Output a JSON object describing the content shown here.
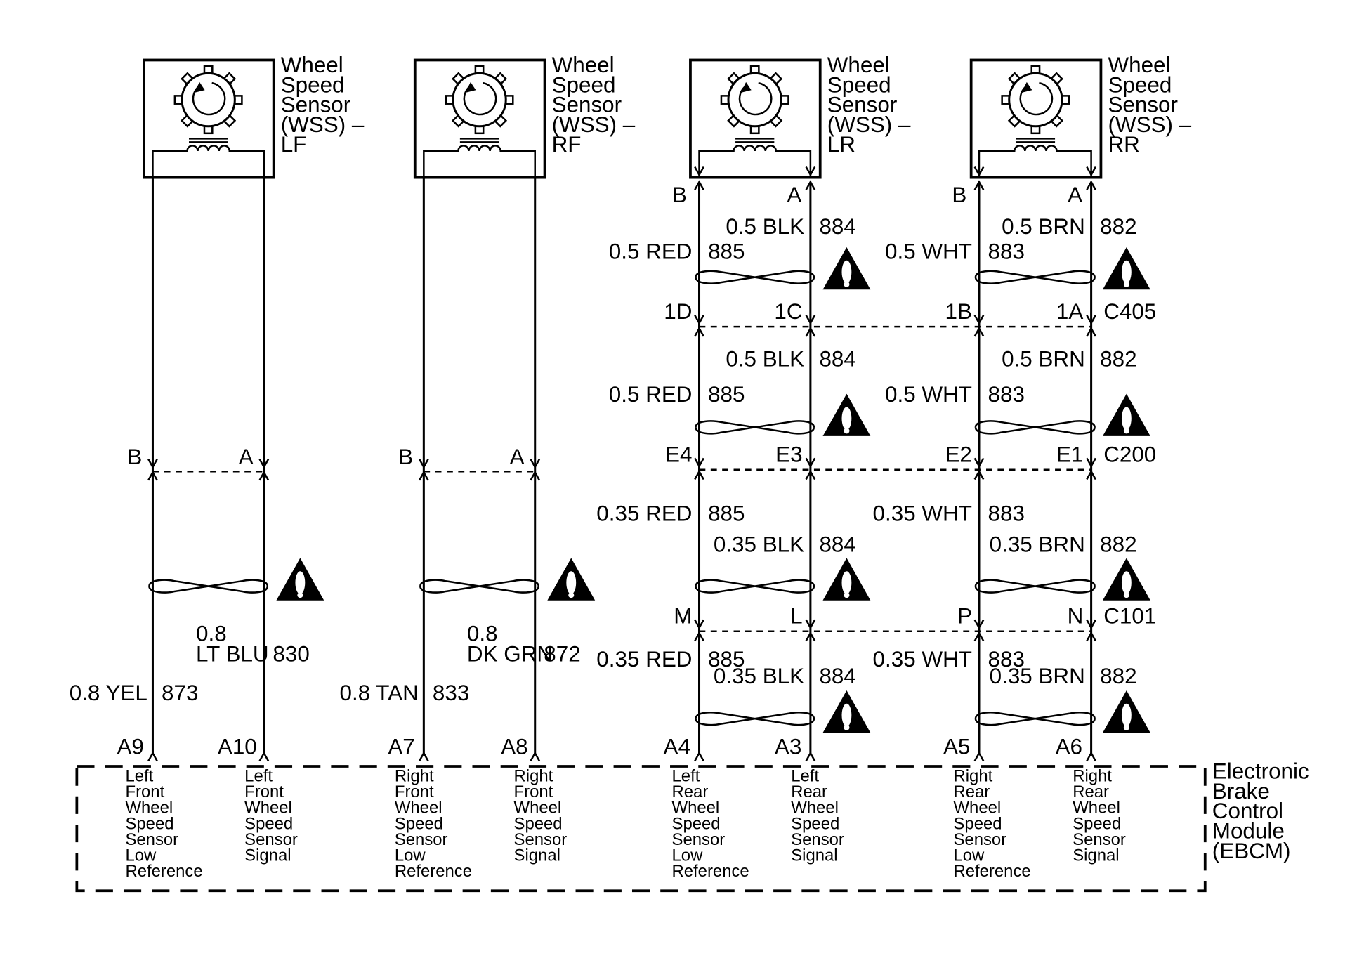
{
  "sensors": [
    {
      "title_lines": [
        "Wheel",
        "Speed",
        "Sensor",
        "(WSS) –",
        "LF"
      ],
      "harness": {
        "pin_low": "B",
        "pin_sig": "A",
        "wire_low": {
          "gauge": "0.8 YEL",
          "circuit": "873"
        },
        "wire_sig": {
          "gauge_lines": [
            "0.8",
            "LT BLU"
          ],
          "circuit": "830"
        }
      },
      "ebcm_pins": {
        "low": "A9",
        "sig": "A10"
      },
      "ebcm_labels": {
        "low": [
          "Left",
          "Front",
          "Wheel",
          "Speed",
          "Sensor",
          "Low",
          "Reference"
        ],
        "sig": [
          "Left",
          "Front",
          "Wheel",
          "Speed",
          "Sensor",
          "Signal"
        ]
      }
    },
    {
      "title_lines": [
        "Wheel",
        "Speed",
        "Sensor",
        "(WSS) –",
        "RF"
      ],
      "harness": {
        "pin_low": "B",
        "pin_sig": "A",
        "wire_low": {
          "gauge": "0.8 TAN",
          "circuit": "833"
        },
        "wire_sig": {
          "gauge_lines": [
            "0.8",
            "DK GRN"
          ],
          "circuit": "872"
        }
      },
      "ebcm_pins": {
        "low": "A7",
        "sig": "A8"
      },
      "ebcm_labels": {
        "low": [
          "Right",
          "Front",
          "Wheel",
          "Speed",
          "Sensor",
          "Low",
          "Reference"
        ],
        "sig": [
          "Right",
          "Front",
          "Wheel",
          "Speed",
          "Sensor",
          "Signal"
        ]
      }
    },
    {
      "title_lines": [
        "Wheel",
        "Speed",
        "Sensor",
        "(WSS) –",
        "LR"
      ],
      "sensor_pins": {
        "low": "B",
        "sig": "A"
      },
      "segments": [
        {
          "low": {
            "gauge": "0.5 RED",
            "circuit": "885"
          },
          "sig": {
            "gauge": "0.5 BLK",
            "circuit": "884"
          }
        },
        {
          "low": {
            "gauge": "0.5 RED",
            "circuit": "885"
          },
          "sig": {
            "gauge": "0.5 BLK",
            "circuit": "884"
          }
        },
        {
          "low": {
            "gauge": "0.35 RED",
            "circuit": "885"
          },
          "sig": {
            "gauge": "0.35 BLK",
            "circuit": "884"
          }
        },
        {
          "low": {
            "gauge": "0.35 RED",
            "circuit": "885"
          },
          "sig": {
            "gauge": "0.35 BLK",
            "circuit": "884"
          }
        }
      ],
      "connector_pins": [
        {
          "low": "1D",
          "sig": "1C"
        },
        {
          "low": "E4",
          "sig": "E3"
        },
        {
          "low": "M",
          "sig": "L"
        }
      ],
      "ebcm_pins": {
        "low": "A4",
        "sig": "A3"
      },
      "ebcm_labels": {
        "low": [
          "Left",
          "Rear",
          "Wheel",
          "Speed",
          "Sensor",
          "Low",
          "Reference"
        ],
        "sig": [
          "Left",
          "Rear",
          "Wheel",
          "Speed",
          "Sensor",
          "Signal"
        ]
      }
    },
    {
      "title_lines": [
        "Wheel",
        "Speed",
        "Sensor",
        "(WSS) –",
        "RR"
      ],
      "sensor_pins": {
        "low": "B",
        "sig": "A"
      },
      "segments": [
        {
          "low": {
            "gauge": "0.5 WHT",
            "circuit": "883"
          },
          "sig": {
            "gauge": "0.5 BRN",
            "circuit": "882"
          }
        },
        {
          "low": {
            "gauge": "0.5 WHT",
            "circuit": "883"
          },
          "sig": {
            "gauge": "0.5 BRN",
            "circuit": "882"
          }
        },
        {
          "low": {
            "gauge": "0.35 WHT",
            "circuit": "883"
          },
          "sig": {
            "gauge": "0.35 BRN",
            "circuit": "882"
          }
        },
        {
          "low": {
            "gauge": "0.35 WHT",
            "circuit": "883"
          },
          "sig": {
            "gauge": "0.35 BRN",
            "circuit": "882"
          }
        }
      ],
      "connector_pins": [
        {
          "low": "1B",
          "sig": "1A"
        },
        {
          "low": "E2",
          "sig": "E1"
        },
        {
          "low": "P",
          "sig": "N"
        }
      ],
      "ebcm_pins": {
        "low": "A5",
        "sig": "A6"
      },
      "ebcm_labels": {
        "low": [
          "Right",
          "Rear",
          "Wheel",
          "Speed",
          "Sensor",
          "Low",
          "Reference"
        ],
        "sig": [
          "Right",
          "Rear",
          "Wheel",
          "Speed",
          "Sensor",
          "Signal"
        ]
      }
    }
  ],
  "connectors": [
    "C405",
    "C200",
    "C101"
  ],
  "module": {
    "title_lines": [
      "Electronic",
      "Brake",
      "Control",
      "Module",
      "(EBCM)"
    ]
  }
}
